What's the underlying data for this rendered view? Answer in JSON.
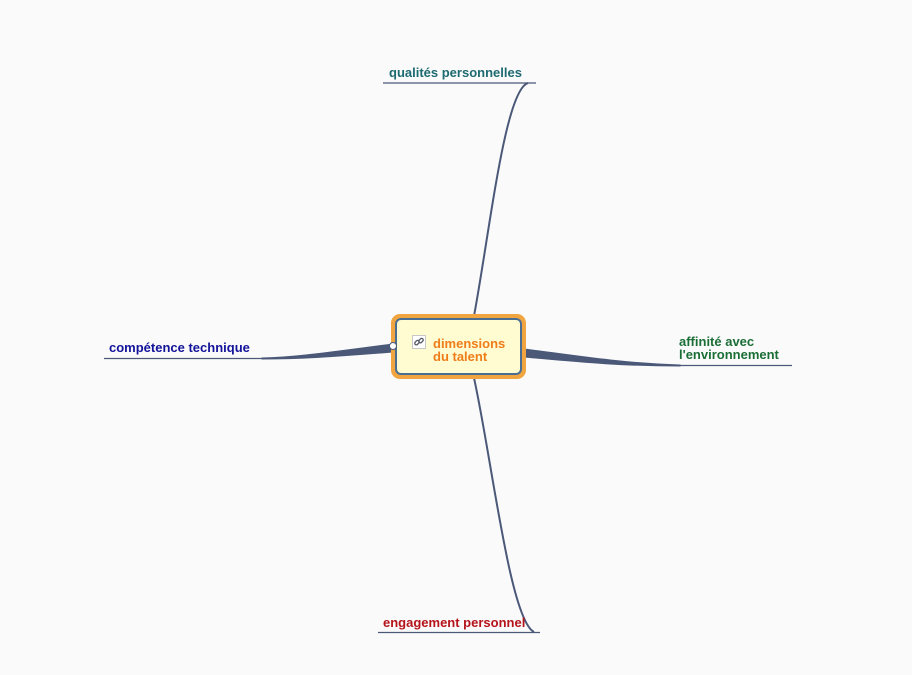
{
  "colors": {
    "background": "#fafafb",
    "connector": "#4b5878",
    "central_border": "#f0a540",
    "central_inner_border": "#4a6e92",
    "central_fill": "#fefcd0",
    "central_text": "#ee7d1a"
  },
  "central": {
    "title_line1": "dimensions",
    "title_line2": "du talent",
    "icon": "link-icon"
  },
  "branches": {
    "top": {
      "label": "qualités personnelles",
      "color": "#1d6a70"
    },
    "left": {
      "label": "compétence technique",
      "color": "#12129a"
    },
    "right": {
      "label_line1": "affinité avec",
      "label_line2": "l'environnement",
      "color": "#1b6e36"
    },
    "bottom": {
      "label": "engagement personnel",
      "color": "#b4141a"
    }
  }
}
